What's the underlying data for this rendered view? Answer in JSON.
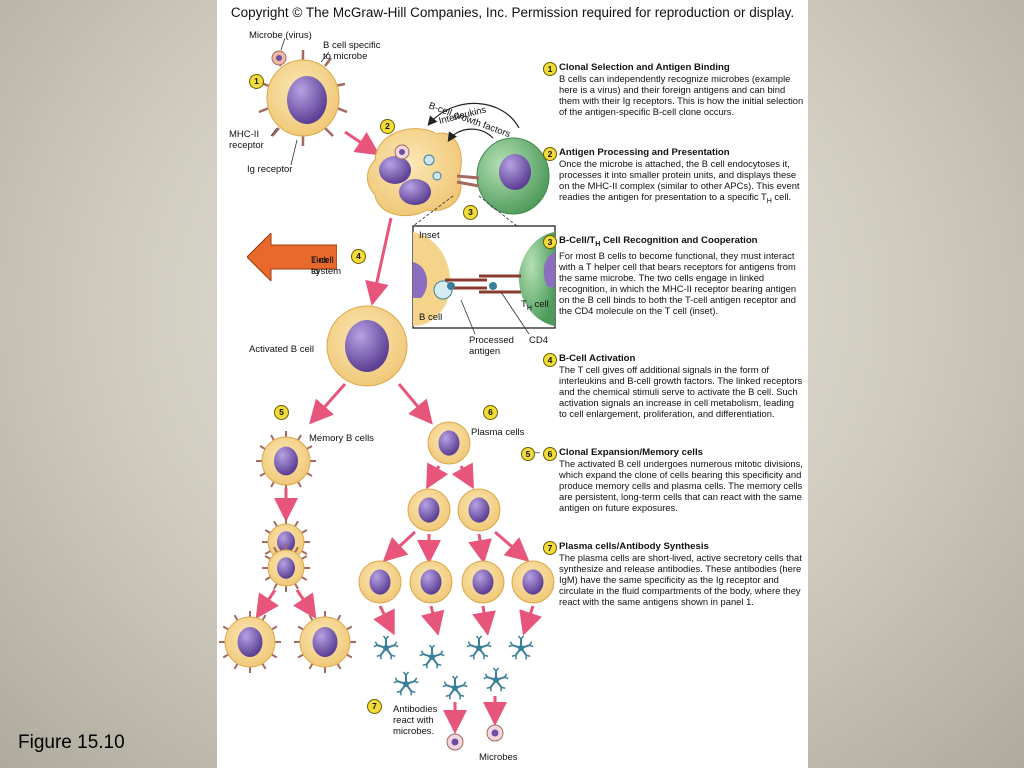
{
  "copyright": "Copyright © The McGraw-Hill Companies, Inc. Permission required for reproduction or display.",
  "figure_label": "Figure 15.10",
  "labels": {
    "microbe_virus": "Microbe (virus)",
    "b_cell_specific_1": "B cell specific",
    "b_cell_specific_2": "to microbe",
    "mhc_1": "MHC-II",
    "mhc_2": "receptor",
    "ig_receptor": "Ig receptor",
    "b_cell_growth": "B-cell growth factors",
    "interleukins": "Interleukins",
    "inset": "Inset",
    "b_cell": "B cell",
    "th_cell": "T",
    "th_sub": "H",
    "th_cell_suffix": " cell",
    "processed_1": "Processed",
    "processed_2": "antigen",
    "cd4": "CD4",
    "link_1": "Link to",
    "link_2": "T-cell system",
    "activated_b": "Activated B cell",
    "memory_b": "Memory B cells",
    "plasma_cells": "Plasma cells",
    "antibodies_1": "Antibodies",
    "antibodies_2": "react with",
    "antibodies_3": "microbes.",
    "microbes": "Microbes"
  },
  "badges": {
    "b1": "1",
    "b2": "2",
    "b3": "3",
    "b4": "4",
    "b5": "5",
    "b6": "6",
    "b7": "7"
  },
  "steps": [
    {
      "num": "1",
      "title": "Clonal Selection and Antigen Binding",
      "text": "B cells can independently recognize microbes (example here is a virus) and their foreign antigens and can bind them with their Ig receptors. This is how the initial selection of the antigen-specific B-cell clone occurs."
    },
    {
      "num": "2",
      "title": "Antigen Processing and Presentation",
      "text": "Once the microbe is attached, the B cell endocytoses it, processes it into smaller protein units, and displays these on the MHC-II complex (similar to other APCs). This event readies the antigen for presentation to a specific T",
      "text_sub": "H",
      "text_end": " cell."
    },
    {
      "num": "3",
      "title_pre": "B-Cell/T",
      "title_sub": "H",
      "title_post": " Cell Recognition and Cooperation",
      "text": "For most B cells to become functional, they must interact with a T helper cell that bears receptors for antigens from the same microbe. The two cells engage in linked recognition, in which the MHC-II receptor bearing antigen on the B cell binds to both the T-cell antigen receptor and the CD4 molecule on the T cell (inset)."
    },
    {
      "num": "4",
      "title": "B-Cell Activation",
      "text": "The T cell gives off additional signals in the form of interleukins and B-cell growth factors. The linked receptors and the chemical stimuli serve to activate the B cell. Such activation signals an increase in cell metabolism, leading to cell enlargement, proliferation, and differentiation."
    },
    {
      "num": "5",
      "num2": "6",
      "dash": "–",
      "title": "Clonal Expansion/Memory cells",
      "text": "The activated B cell undergoes numerous mitotic divisions, which expand the clone of cells bearing this specificity and produce memory cells and plasma cells. The memory cells are persistent, long-term cells that can react with the same antigen on future exposures."
    },
    {
      "num": "7",
      "title": "Plasma cells/Antibody Synthesis",
      "text": "The plasma cells are short-lived, active secretory cells that synthesize and release antibodies. These antibodies (here IgM) have the same specificity as the Ig receptor and circulate in the fluid compartments of the body, where they react with the same antigens shown in panel 1."
    }
  ],
  "colors": {
    "cell_fill": "#f6d893",
    "cell_edge": "#d9a94f",
    "nucleus": "#6c4fa3",
    "nucleus_light": "#a48dd4",
    "t_cell": "#7fbf86",
    "t_cell_dark": "#3f8a4d",
    "arrow_pink": "#e8557a",
    "link_orange": "#e8692b",
    "antibody": "#3b7f9a",
    "badge": "#f2dc3a"
  }
}
